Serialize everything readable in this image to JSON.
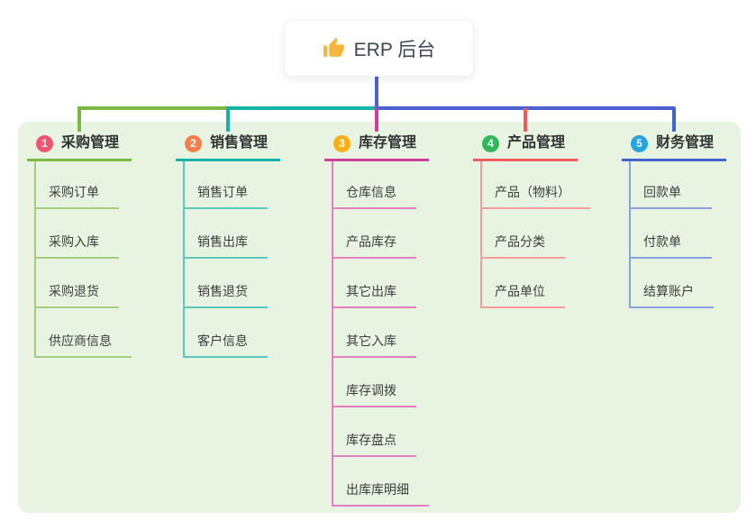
{
  "diagram": {
    "root": {
      "label": "ERP 后台",
      "icon": "thumbs-up-icon"
    },
    "branches": [
      {
        "num": "1",
        "label": "采购管理",
        "badge_color": "#f0556f",
        "line_color": "#7cb944",
        "child_line_color": "#a6cd7c",
        "children": [
          "采购订单",
          "采购入库",
          "采购退货",
          "供应商信息"
        ]
      },
      {
        "num": "2",
        "label": "销售管理",
        "badge_color": "#f87f4c",
        "line_color": "#16b2a8",
        "child_line_color": "#5ec8be",
        "children": [
          "销售订单",
          "销售出库",
          "销售退货",
          "客户信息"
        ]
      },
      {
        "num": "3",
        "label": "库存管理",
        "badge_color": "#fbaf17",
        "line_color": "#cf3e9b",
        "child_line_color": "#e17fc1",
        "children": [
          "仓库信息",
          "产品库存",
          "其它出库",
          "其它入库",
          "库存调拨",
          "库存盘点",
          "出库库明细"
        ]
      },
      {
        "num": "4",
        "label": "产品管理",
        "badge_color": "#32b75c",
        "line_color": "#f25b5b",
        "child_line_color": "#f69c9c",
        "children": [
          "产品（物料）",
          "产品分类",
          "产品单位"
        ]
      },
      {
        "num": "5",
        "label": "财务管理",
        "badge_color": "#26a3e0",
        "line_color": "#4463cd",
        "child_line_color": "#8aa2dc",
        "children": [
          "回款单",
          "付款单",
          "结算账户"
        ]
      }
    ],
    "colors": {
      "panel_bg": "#e7f4e2",
      "connector_blue": "#4a63cf",
      "root_text": "#3c4656",
      "thumb_icon": "#f4b63b"
    }
  }
}
